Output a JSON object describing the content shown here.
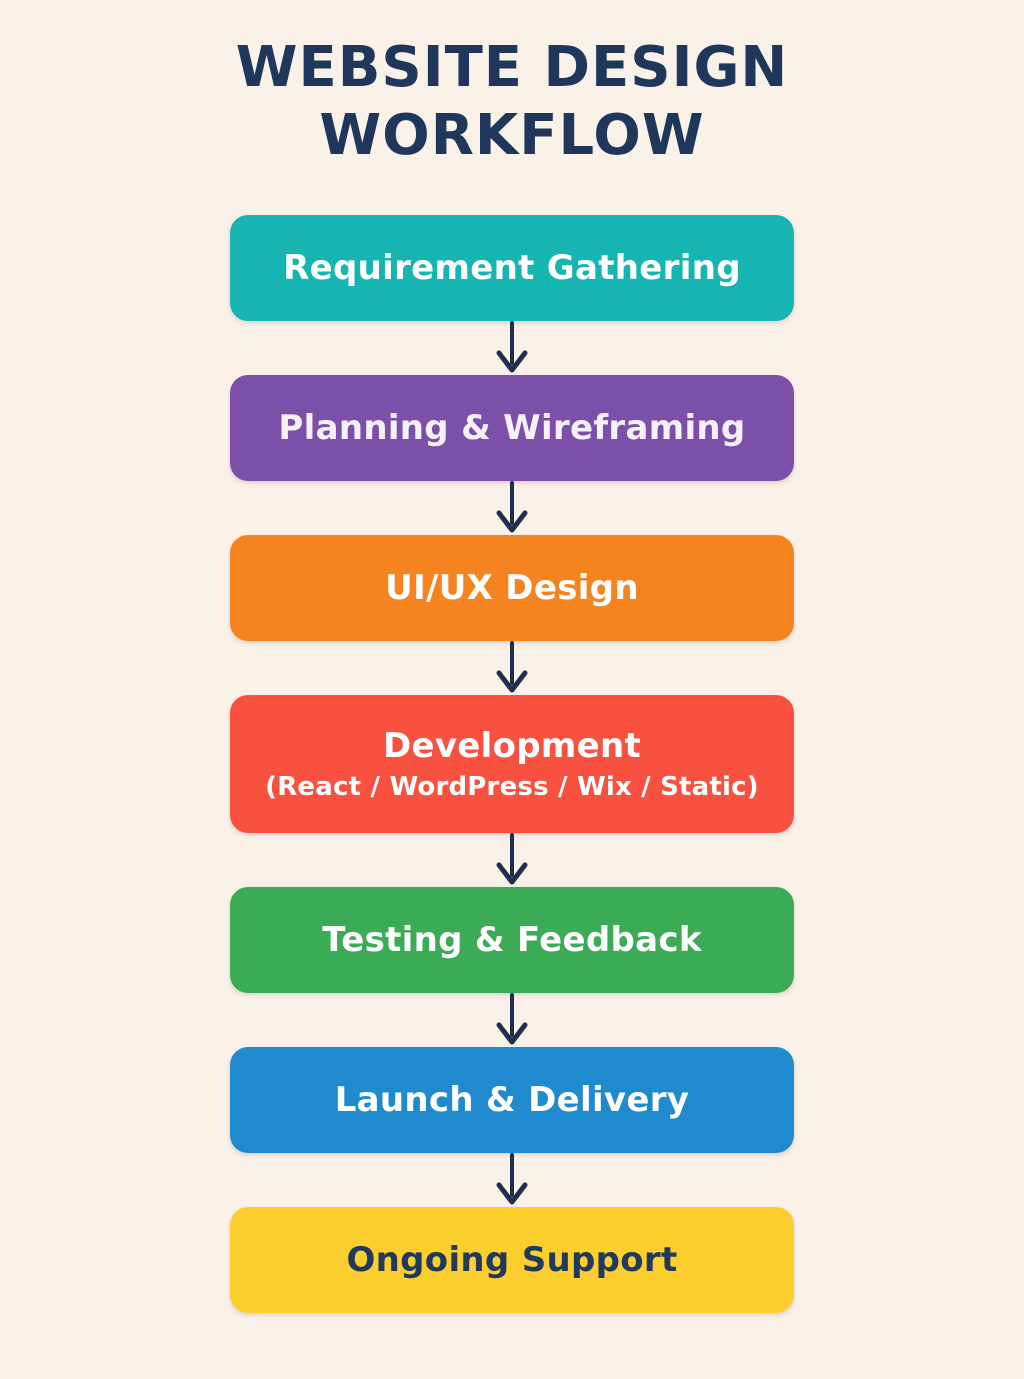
{
  "page": {
    "background": "#FAF1E9"
  },
  "title": {
    "line1": "WEBSITE DESIGN",
    "line2": "WORKFLOW",
    "color": "#20375C"
  },
  "arrow": {
    "color": "#1D2E4E",
    "name": "down-arrow"
  },
  "steps": [
    {
      "label": "Requirement Gathering",
      "color": "#17B5B1",
      "text_color": "#FFFFFF"
    },
    {
      "label": "Planning & Wireframing",
      "color": "#7C50A9",
      "text_color": "#F6F1F9"
    },
    {
      "label": "UI/UX Design",
      "color": "#F5831F",
      "text_color": "#FFFFFF"
    },
    {
      "label": "Development",
      "sublabel": "(React / WordPress / Wix / Static)",
      "color": "#F9513F",
      "text_color": "#FFFFFF"
    },
    {
      "label": "Testing & Feedback",
      "color": "#3BAB55",
      "text_color": "#FFFFFF"
    },
    {
      "label": "Launch & Delivery",
      "color": "#1F8ACD",
      "text_color": "#FFFFFF"
    },
    {
      "label": "Ongoing Support",
      "color": "#FCCF2E",
      "text_color": "#21395C"
    }
  ]
}
